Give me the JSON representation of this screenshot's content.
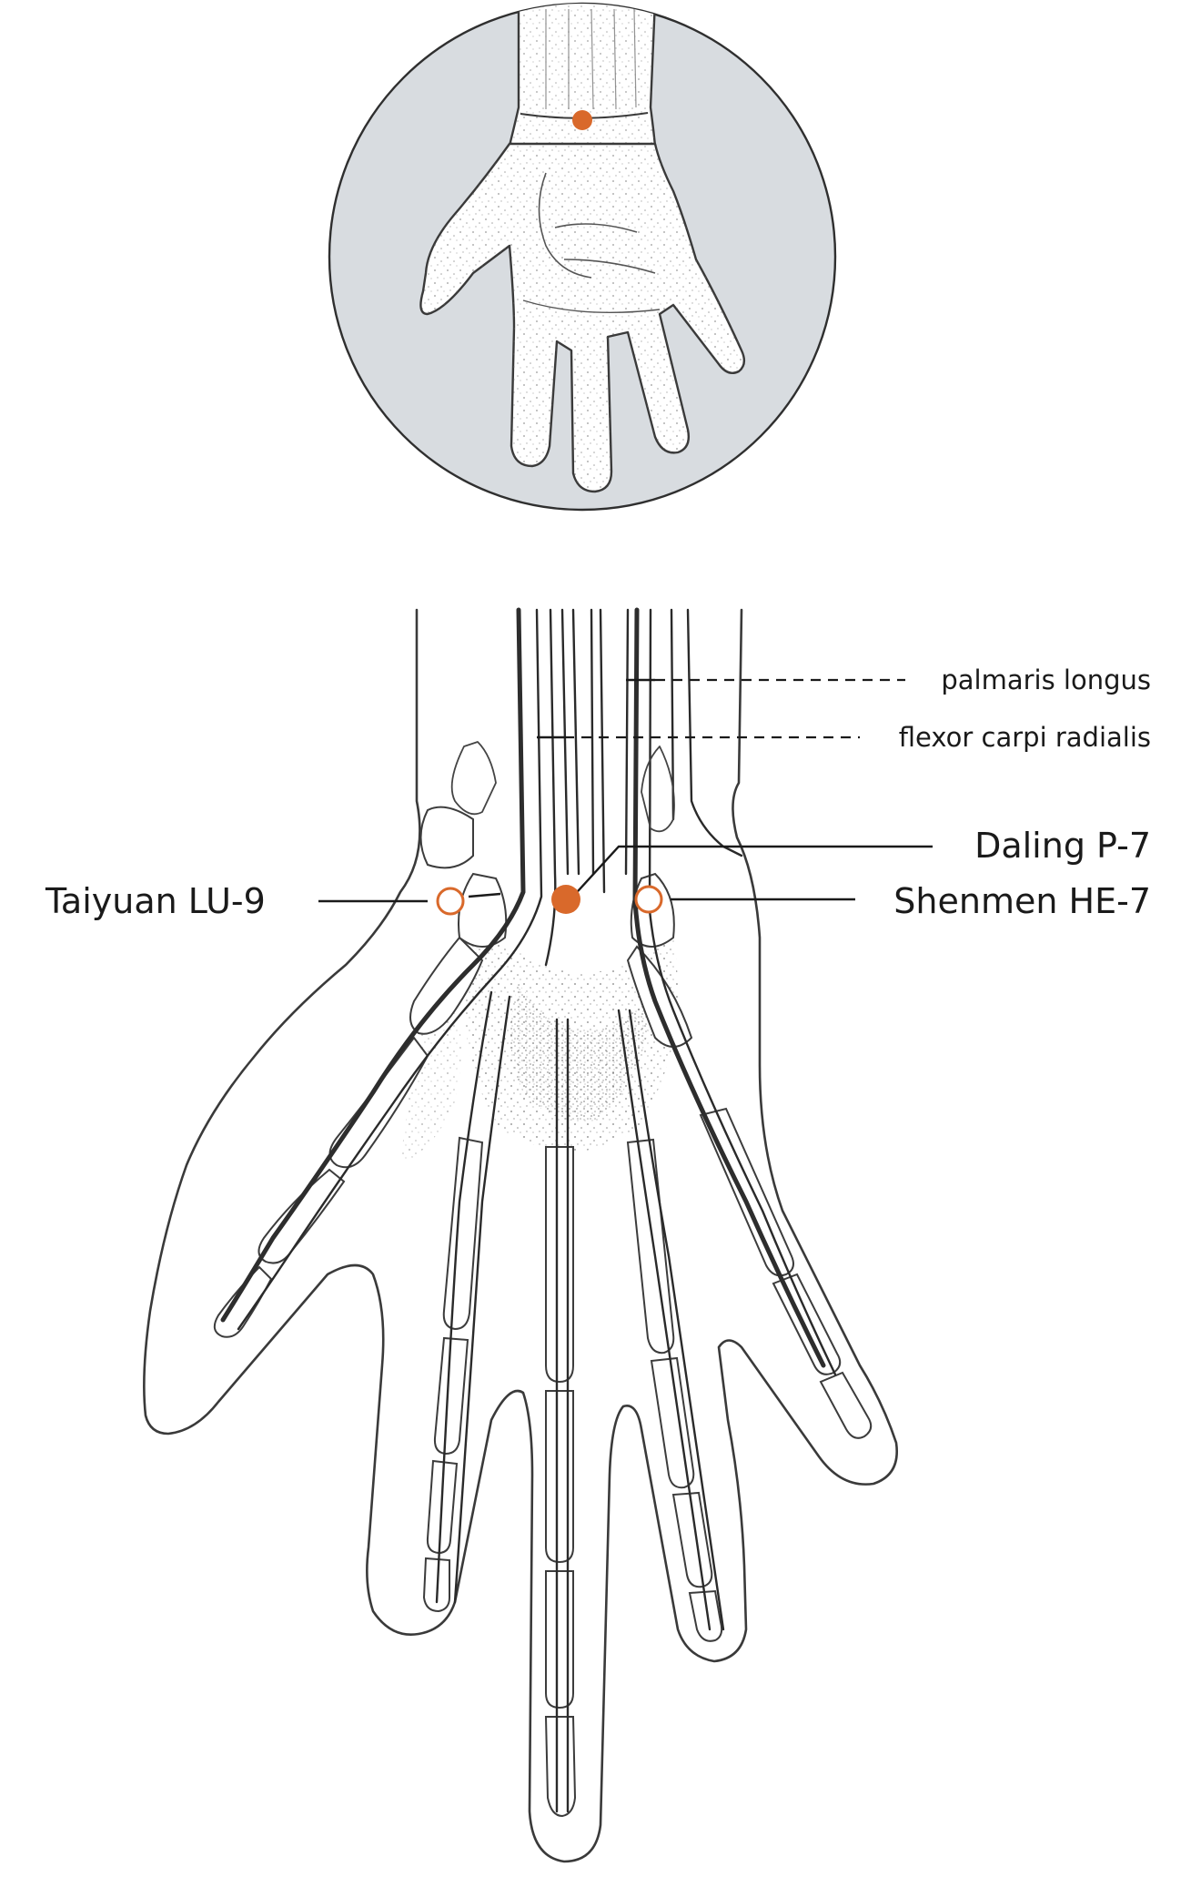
{
  "colors": {
    "point": "#d9692b",
    "inset_background": "#d8dce0",
    "line": "#1a1a1a"
  },
  "inset": {
    "point_marker": "filled"
  },
  "labels": {
    "palmaris_longus": "palmaris longus",
    "flexor_carpi_radialis": "flexor carpi radialis",
    "daling": "Daling P-7",
    "taiyuan": "Taiyuan LU-9",
    "shenmen": "Shenmen HE-7"
  },
  "points": [
    {
      "name": "Taiyuan LU-9",
      "marker": "open"
    },
    {
      "name": "Daling P-7",
      "marker": "filled"
    },
    {
      "name": "Shenmen HE-7",
      "marker": "open"
    }
  ]
}
